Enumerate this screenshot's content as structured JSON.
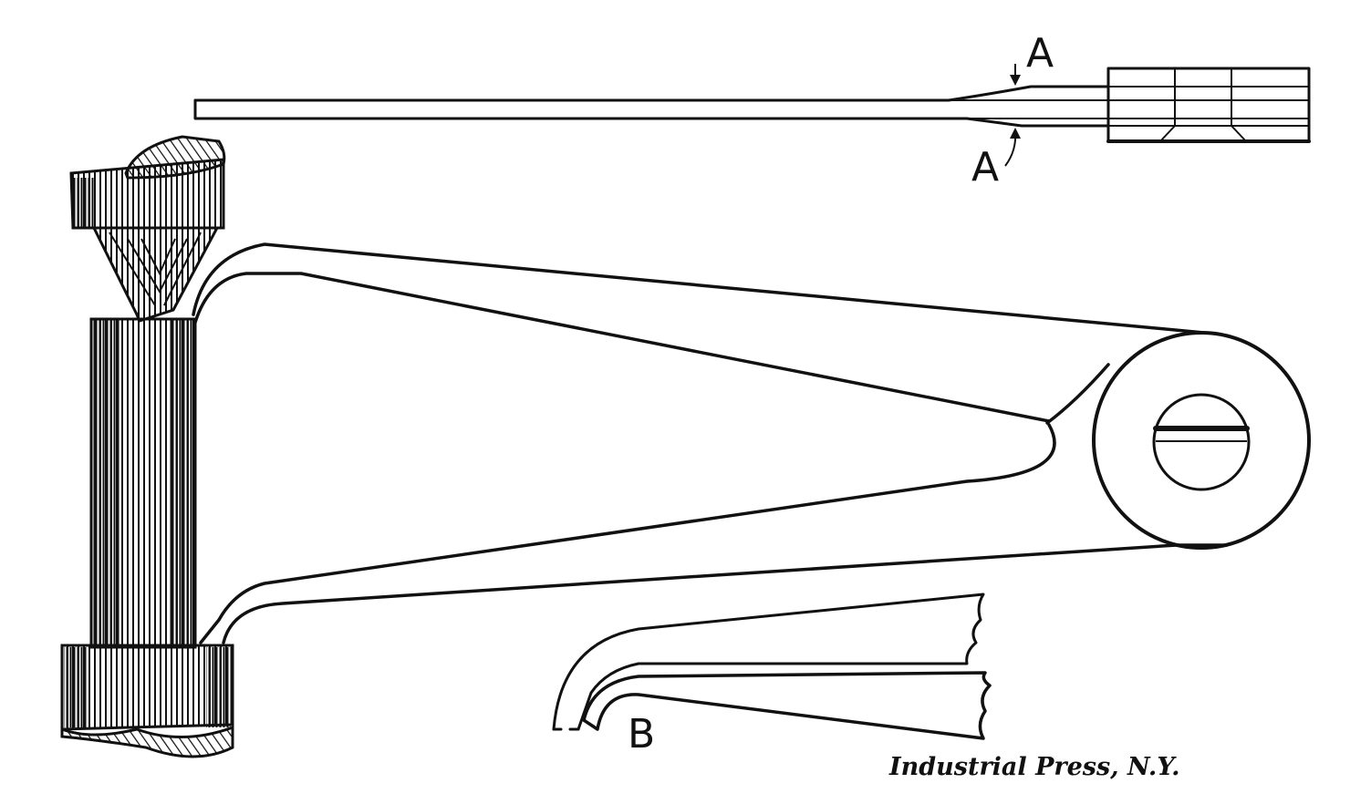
{
  "labels": {
    "section_top": "A",
    "section_bottom": "A",
    "detail": "B"
  },
  "credit": "Industrial Press, N.Y."
}
